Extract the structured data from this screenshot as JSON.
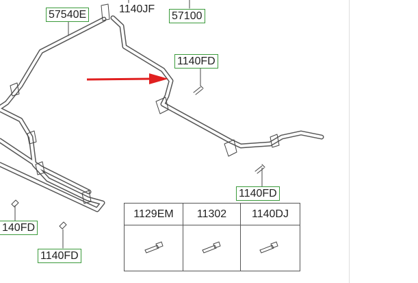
{
  "labels": {
    "part_57540e": "57540E",
    "part_1140jf": "1140JF",
    "part_57100": "57100",
    "part_1140fd_top": "1140FD",
    "part_1140fd_right": "1140FD",
    "part_140fd_left": "140FD",
    "part_1140fd_bottom": "1140FD"
  },
  "fastener_table": {
    "headers": [
      "1129EM",
      "11302",
      "1140DJ"
    ]
  },
  "colors": {
    "arrow": "#e02020",
    "label_border": "#3a9a3a"
  }
}
